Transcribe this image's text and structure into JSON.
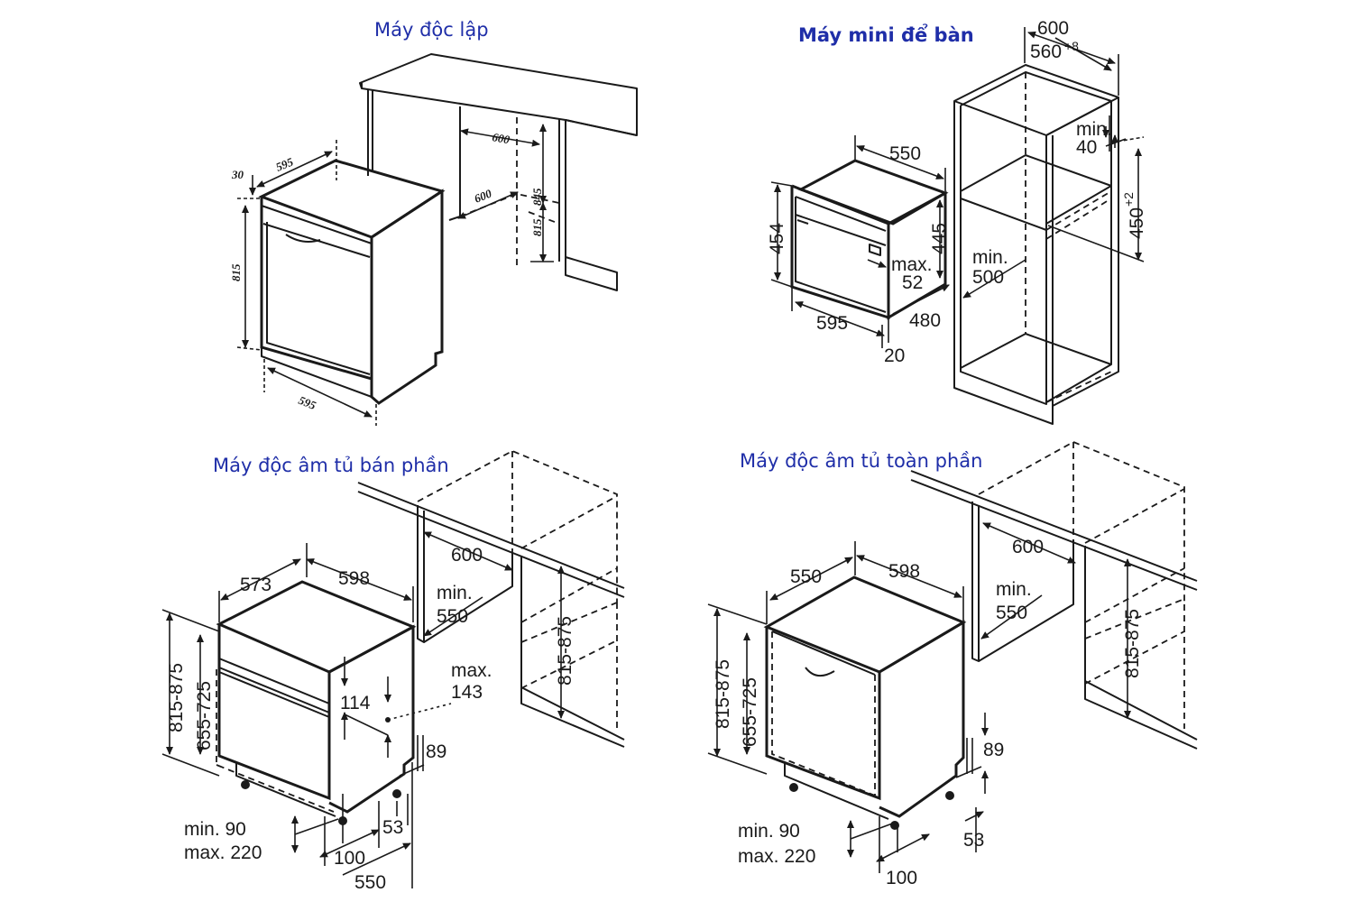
{
  "panels": {
    "freestanding": {
      "title": "Máy độc lập",
      "dims": {
        "top_depth": "595",
        "top_offset": "30",
        "height": "815",
        "bottom_width": "595",
        "niche_width": "600",
        "niche_depth": "600",
        "niche_height_a": "845",
        "niche_height_b": "815"
      }
    },
    "builtin_mini": {
      "title": "Máy mini để bàn",
      "dims": {
        "width_top": "600",
        "width_inner": "560",
        "width_inner_tol": "+8",
        "gap": "min.",
        "gap_val": "40",
        "height_niche": "450",
        "height_niche_tol": "+2",
        "depth": "550",
        "height": "454",
        "height_inner": "445",
        "max_label": "max.",
        "max_val": "52",
        "width": "595",
        "depth_niche": "480",
        "offset": "20",
        "min_label": "min.",
        "min_val": "500"
      }
    },
    "semi_integrated": {
      "title": "Máy độc âm tủ bán phần",
      "dims": {
        "depth": "573",
        "width": "598",
        "niche_width": "600",
        "min_label": "min.",
        "min_val": "550",
        "niche_height": "815-875",
        "height": "815-875",
        "height_inner": "655-725",
        "panel": "114",
        "max_label": "max.",
        "max_val": "143",
        "plinth": "89",
        "foot": "53",
        "adj_min": "min. 90",
        "adj_max": "max. 220",
        "offset": "100",
        "depth_bottom": "550"
      }
    },
    "fully_integrated": {
      "title": "Máy độc âm tủ toàn phần",
      "dims": {
        "depth": "550",
        "width": "598",
        "niche_width": "600",
        "min_label": "min.",
        "min_val": "550",
        "niche_height": "815-875",
        "height": "815-875",
        "height_inner": "655-725",
        "plinth": "89",
        "foot": "53",
        "adj_min": "min. 90",
        "adj_max": "max. 220",
        "offset": "100"
      }
    }
  }
}
